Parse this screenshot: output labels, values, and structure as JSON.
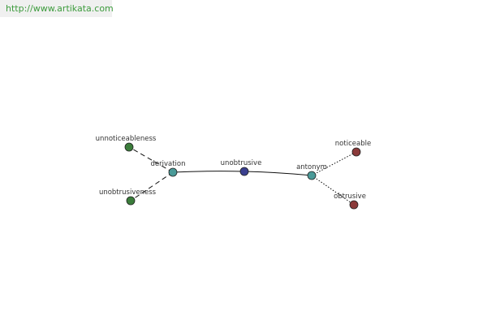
{
  "watermark": {
    "url": "http://www.artikata.com"
  },
  "colors": {
    "synset": "#3a3f8f",
    "relation": "#4a9a98",
    "derived": "#3b7d3b",
    "antonym": "#8b3a3a",
    "edge": "#111111"
  },
  "nodes": {
    "center": {
      "label": "unobtrusive",
      "kind": "synset"
    },
    "derivation": {
      "label": "derivation",
      "kind": "relation"
    },
    "antonym": {
      "label": "antonym",
      "kind": "relation"
    },
    "unnoticeableness": {
      "label": "unnoticeableness",
      "kind": "derived"
    },
    "unobtrusiveness": {
      "label": "unobtrusiveness",
      "kind": "derived"
    },
    "noticeable": {
      "label": "noticeable",
      "kind": "antonym"
    },
    "obtrusive": {
      "label": "obtrusive",
      "kind": "antonym"
    }
  },
  "edges": [
    {
      "from": "center",
      "to": "derivation",
      "style": "solid"
    },
    {
      "from": "center",
      "to": "antonym",
      "style": "solid"
    },
    {
      "from": "derivation",
      "to": "unnoticeableness",
      "style": "dashed"
    },
    {
      "from": "derivation",
      "to": "unobtrusiveness",
      "style": "dashed"
    },
    {
      "from": "antonym",
      "to": "noticeable",
      "style": "dotted"
    },
    {
      "from": "antonym",
      "to": "obtrusive",
      "style": "dotted"
    }
  ]
}
